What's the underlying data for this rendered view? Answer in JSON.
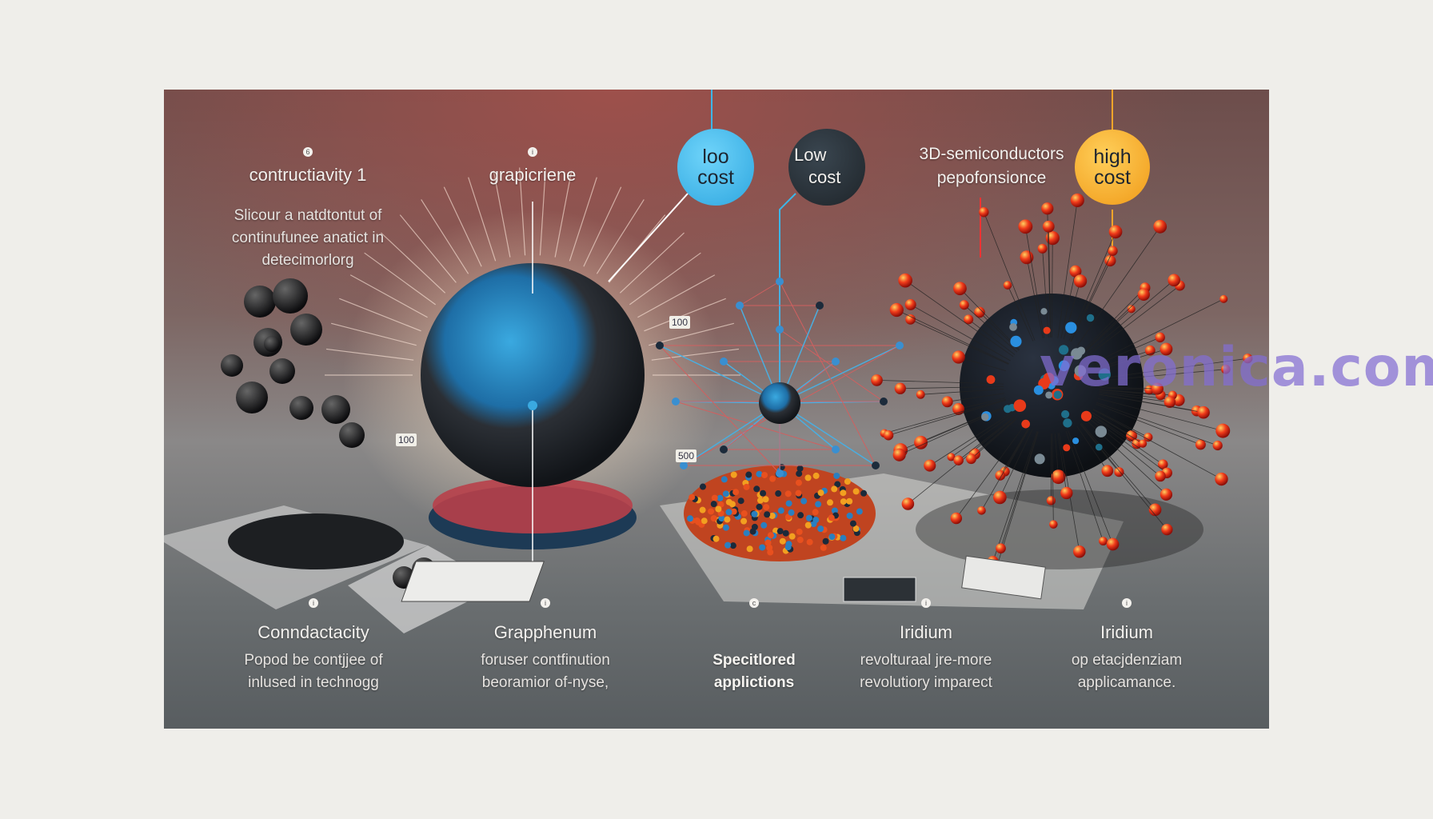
{
  "top": {
    "col1": {
      "marker": "6",
      "title": "contructiavity 1",
      "desc": [
        "Slicour a natdtontut of",
        "continufunee anatict in",
        "detecimorlorg"
      ]
    },
    "col2": {
      "marker": "i",
      "title": "grapicriene"
    },
    "low_badge": {
      "line1": "loo",
      "line2": "cost"
    },
    "low_label": {
      "line1": "Low",
      "line2": "cost"
    },
    "col4": {
      "title": [
        "3D-semiconductors",
        "pepofonsionce"
      ]
    },
    "high_badge": {
      "line1": "high",
      "line2": "cost"
    }
  },
  "numbers": [
    "100",
    "100",
    "500"
  ],
  "bottom": [
    {
      "marker": "i",
      "title": "Conndactacity",
      "desc": [
        "Popod be contjjee of",
        "inlused in technogg"
      ]
    },
    {
      "marker": "i",
      "title": "Grapphenum",
      "desc": [
        "foruser contfinution",
        "beoramior of-nyse,"
      ]
    },
    {
      "marker": "c",
      "title": "",
      "desc": [
        "Specitlored",
        "applictions"
      ]
    },
    {
      "marker": "i",
      "title": "Iridium",
      "desc": [
        "revolturaal jre-more",
        "revolutiory imparect"
      ]
    },
    {
      "marker": "i",
      "title": "Iridium",
      "desc": [
        "op etacjdenziam",
        "applicamance."
      ]
    }
  ],
  "watermark": "veronica.com",
  "colors": {
    "low_badge": "#3cb6e8",
    "high_badge": "#f4a52a",
    "background": "#efeeea"
  }
}
